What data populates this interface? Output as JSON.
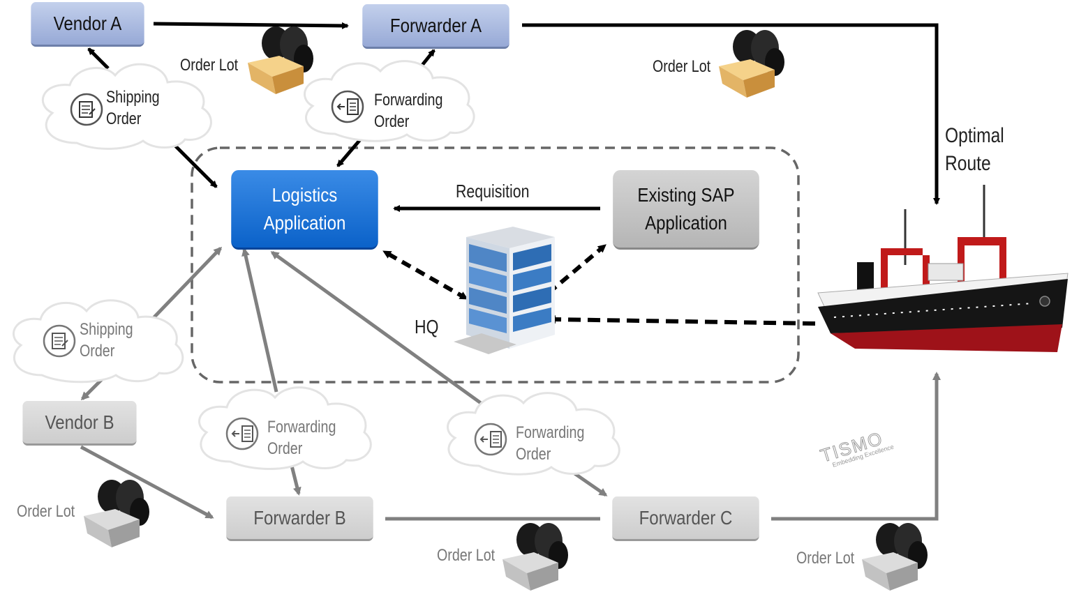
{
  "nodes": {
    "vendor_a": "Vendor A",
    "forwarder_a": "Forwarder A",
    "logistics_app": [
      "Logistics",
      "Application"
    ],
    "sap_app": [
      "Existing SAP",
      "Application"
    ],
    "vendor_b": "Vendor B",
    "forwarder_b": "Forwarder B",
    "forwarder_c": "Forwarder C"
  },
  "labels": {
    "requisition": "Requisition",
    "hq": "HQ",
    "optimal_route": [
      "Optimal",
      "Route"
    ],
    "order_lot": "Order Lot"
  },
  "clouds": {
    "shipping_order": [
      "Shipping",
      "Order"
    ],
    "forwarding_order": [
      "Forwarding",
      "Order"
    ]
  },
  "logo": {
    "brand": "TISMO",
    "tagline": "Embedding Excellence"
  },
  "colors": {
    "vendor_forwarder_a": "#97a9d6",
    "logistics": "#0b62c9",
    "sap": "#b5b5b5",
    "inactive": "#cdcdcd",
    "arrow_dark": "#000000",
    "arrow_gray": "#808080",
    "ship_hull_top": "#111111",
    "ship_hull_bottom": "#a01015"
  }
}
